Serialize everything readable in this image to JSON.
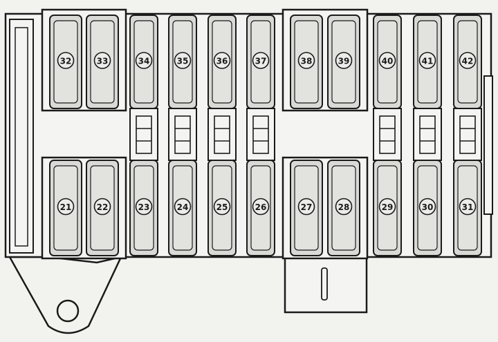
{
  "fuse_box": {
    "top_row": [
      {
        "number": "32"
      },
      {
        "number": "33"
      },
      {
        "number": "34"
      },
      {
        "number": "35"
      },
      {
        "number": "36"
      },
      {
        "number": "37"
      },
      {
        "number": "38"
      },
      {
        "number": "39"
      },
      {
        "number": "40"
      },
      {
        "number": "41"
      },
      {
        "number": "42"
      }
    ],
    "bottom_row": [
      {
        "number": "21"
      },
      {
        "number": "22"
      },
      {
        "number": "23"
      },
      {
        "number": "24"
      },
      {
        "number": "25"
      },
      {
        "number": "26"
      },
      {
        "number": "27"
      },
      {
        "number": "28"
      },
      {
        "number": "29"
      },
      {
        "number": "30"
      },
      {
        "number": "31"
      }
    ]
  }
}
